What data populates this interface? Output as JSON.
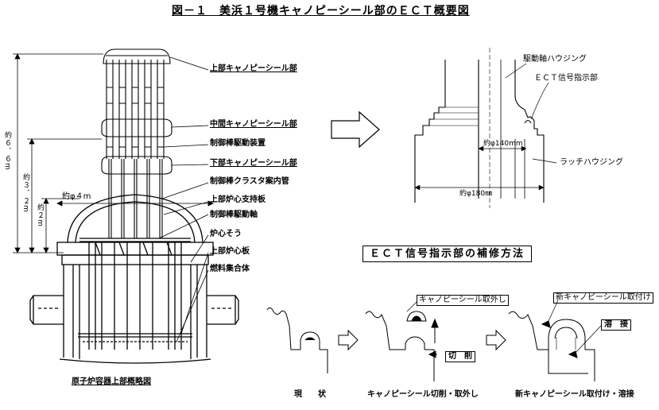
{
  "title": "図－１　美浜１号機キャノピーシール部のＥＣＴ概要図",
  "vessel": {
    "labels": {
      "upper_seal": "上部キャノピーシール部",
      "middle_seal": "中間キャノピーシール部",
      "crdm": "制御棒駆動装置",
      "lower_seal": "下部キャノピーシール部",
      "cluster_guide": "制御棒クラスタ案内管",
      "upper_support": "上部炉心支持板",
      "drive_shaft": "制御棒駆動軸",
      "barrel": "炉心そう",
      "upper_core_plate": "上部炉心板",
      "fuel": "燃料集合体"
    },
    "dims": {
      "d66": "約６．６m",
      "d32": "約３．２m",
      "d2": "約２m",
      "phi4": "約φ４m"
    },
    "caption": "原子炉容器上部概略図"
  },
  "detail": {
    "housing": "駆動軸ハウジング",
    "ect_indicator": "ＥＣＴ信号指示部",
    "phi140": "約φ140mm",
    "latch": "ラッチハウジング",
    "phi180": "約φ180㎜"
  },
  "repair": {
    "heading": "ＥＣＴ信号指示部の補修方法",
    "remove_seal": "キャノピーシール取外し",
    "cut": "切　削",
    "new_seal": "新キャノピーシール取付け",
    "weld": "溶　接",
    "cap_current": "現　　状",
    "cap_cut": "キャノピーシール切削・取外し",
    "cap_new": "新キャノピーシール取付け・溶接"
  }
}
